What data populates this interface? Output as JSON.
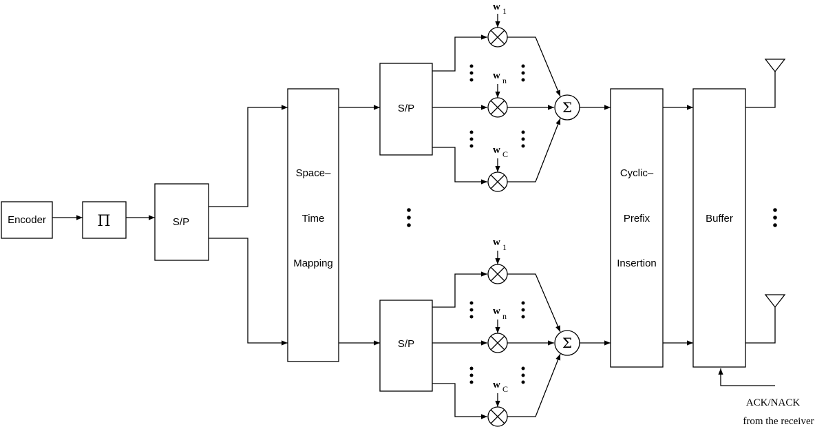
{
  "blocks": {
    "encoder": "Encoder",
    "interleaver": "Π",
    "sp_main": "S/P",
    "stm": [
      "Space–",
      "Time",
      "Mapping"
    ],
    "sp_top": "S/P",
    "sp_bottom": "S/P",
    "cpi": [
      "Cyclic–",
      "Prefix",
      "Insertion"
    ],
    "buffer": "Buffer"
  },
  "weights": {
    "w_symbol": "w",
    "sub_1": "1",
    "sub_n": "n",
    "sub_C": "C"
  },
  "operators": {
    "multiply": "⊗",
    "sum": "Σ"
  },
  "feedback": {
    "line1": "ACK/NACK",
    "line2": "from the receiver"
  }
}
